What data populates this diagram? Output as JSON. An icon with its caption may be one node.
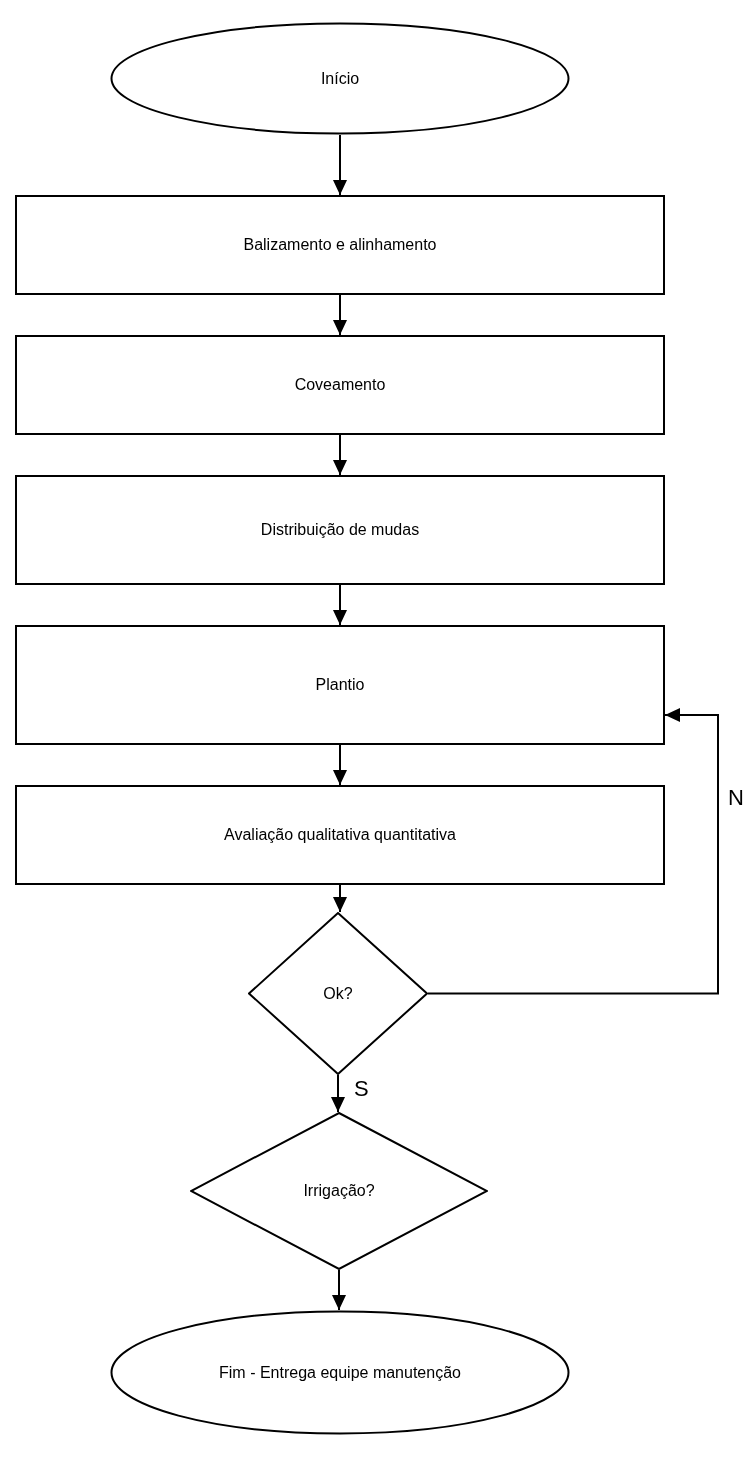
{
  "diagram": {
    "nodes": [
      {
        "text": [
          "Início"
        ]
      },
      {
        "text": [
          "Balizamento e alinhamento"
        ]
      },
      {
        "text": [
          "Coveamento"
        ]
      },
      {
        "text": [
          "Distribuição de mudas"
        ]
      },
      {
        "text": [
          "Plantio"
        ]
      },
      {
        "text": [
          "Avaliação qualitativa quantitativa"
        ]
      },
      {
        "text": [
          "Ok?"
        ]
      },
      {
        "text": [
          "Irrigação?"
        ]
      },
      {
        "text": [
          "Fim - Entrega equipe manutenção"
        ]
      }
    ],
    "edges": [
      {
        "from": 0,
        "to": 1,
        "arrow": "to"
      },
      {
        "from": 1,
        "to": 2,
        "arrow": "to"
      },
      {
        "from": 2,
        "to": 3,
        "arrow": "to"
      },
      {
        "from": 3,
        "to": 4,
        "arrow": "to"
      },
      {
        "from": 4,
        "to": 5,
        "arrow": "to"
      },
      {
        "from": 5,
        "to": 6,
        "arrow": "to"
      },
      {
        "from": 6,
        "to": 4,
        "arrow": "to",
        "label": "N"
      },
      {
        "from": 6,
        "to": 7,
        "arrow": "to",
        "label": "S"
      },
      {
        "from": 7,
        "to": 8,
        "arrow": "to"
      }
    ]
  }
}
